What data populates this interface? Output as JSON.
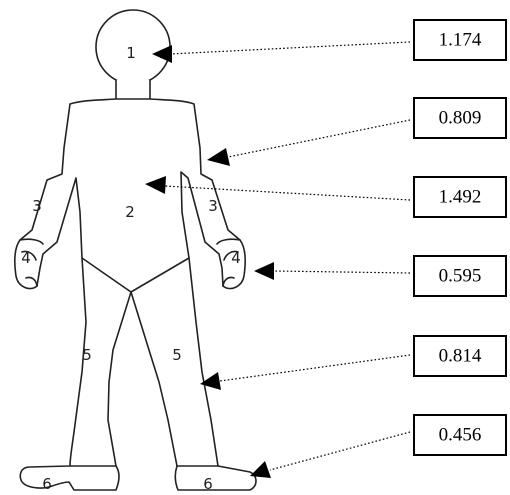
{
  "figure": {
    "regions": [
      {
        "label": "1",
        "part": "head"
      },
      {
        "label": "2",
        "part": "trunk"
      },
      {
        "label": "3",
        "part": "arms"
      },
      {
        "label": "4",
        "part": "hands"
      },
      {
        "label": "5",
        "part": "legs"
      },
      {
        "label": "6",
        "part": "feet"
      }
    ]
  },
  "callouts": [
    {
      "region": "1",
      "value": "1.174"
    },
    {
      "region": "3",
      "value": "0.809"
    },
    {
      "region": "2",
      "value": "1.492"
    },
    {
      "region": "4",
      "value": "0.595"
    },
    {
      "region": "5",
      "value": "0.814"
    },
    {
      "region": "6",
      "value": "0.456"
    }
  ]
}
